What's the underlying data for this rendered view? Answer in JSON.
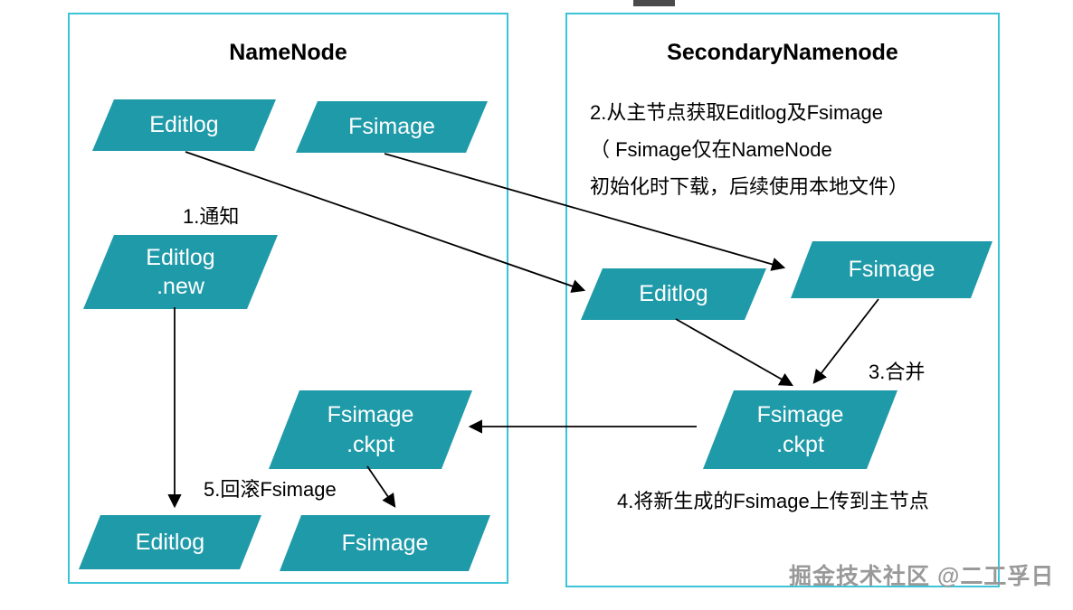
{
  "colors": {
    "node_fill": "#1F9AA9",
    "node_text": "#ffffff",
    "panel_border": "#3BC4D8",
    "arrow": "#000000",
    "watermark": "#999999"
  },
  "namenode": {
    "title": "NameNode",
    "editlog_top": {
      "label": "Editlog"
    },
    "fsimage_top": {
      "label": "Fsimage"
    },
    "editlog_new": {
      "line1": "Editlog",
      "line2": ".new"
    },
    "fsimage_ckpt": {
      "line1": "Fsimage",
      "line2": ".ckpt"
    },
    "editlog_bottom": {
      "label": "Editlog"
    },
    "fsimage_bottom": {
      "label": "Fsimage"
    },
    "step1_label": "1.通知",
    "step5_label": "5.回滚Fsimage"
  },
  "secondary": {
    "title": "SecondaryNamenode",
    "note_line1": "2.从主节点获取Editlog及Fsimage",
    "note_line2": "（ Fsimage仅在NameNode",
    "note_line3": "初始化时下载，后续使用本地文件）",
    "editlog": {
      "label": "Editlog"
    },
    "fsimage": {
      "label": "Fsimage"
    },
    "fsimage_ckpt": {
      "line1": "Fsimage",
      "line2": ".ckpt"
    },
    "step3_label": "3.合并",
    "step4_label": "4.将新生成的Fsimage上传到主节点"
  },
  "watermark": "掘金技术社区 @二工孚日"
}
